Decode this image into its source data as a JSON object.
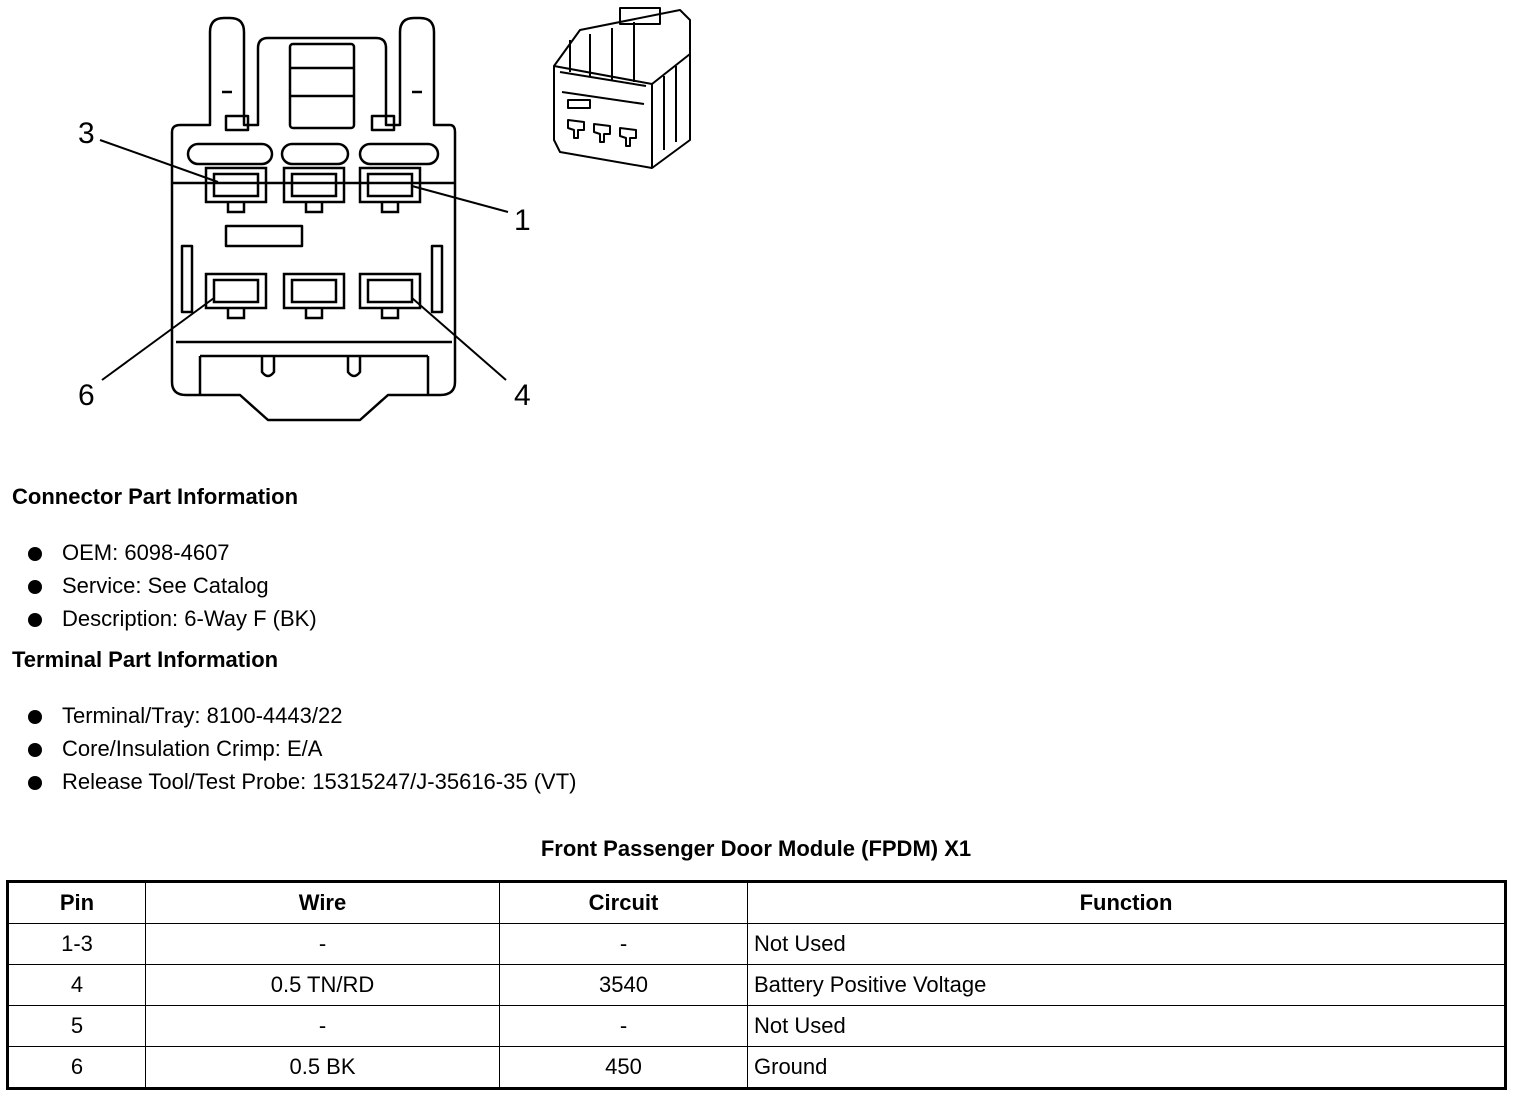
{
  "diagram": {
    "callouts": [
      "3",
      "1",
      "6",
      "4"
    ]
  },
  "connector": {
    "title": "Connector Part Information",
    "items": [
      "OEM: 6098-4607",
      "Service: See Catalog",
      "Description: 6-Way F (BK)"
    ]
  },
  "terminal": {
    "title": "Terminal Part Information",
    "items": [
      "Terminal/Tray: 8100-4443/22",
      "Core/Insulation Crimp: E/A",
      "Release Tool/Test Probe: 15315247/J-35616-35 (VT)"
    ]
  },
  "table": {
    "caption": "Front Passenger Door Module (FPDM) X1",
    "headers": [
      "Pin",
      "Wire",
      "Circuit",
      "Function"
    ],
    "rows": [
      [
        "1-3",
        "-",
        "-",
        "Not Used"
      ],
      [
        "4",
        "0.5 TN/RD",
        "3540",
        "Battery Positive Voltage"
      ],
      [
        "5",
        "-",
        "-",
        "Not Used"
      ],
      [
        "6",
        "0.5 BK",
        "450",
        "Ground"
      ]
    ]
  }
}
